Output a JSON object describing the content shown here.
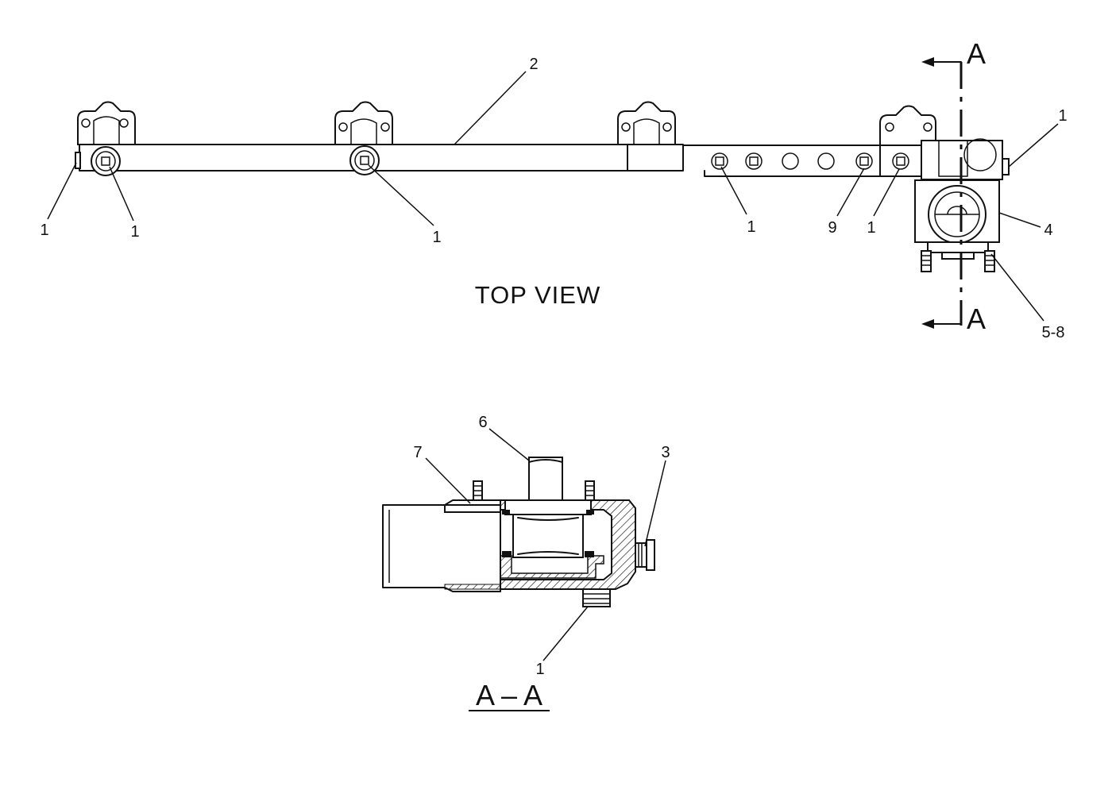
{
  "top_view": {
    "title": "TOP VIEW",
    "callouts": {
      "c1": "1",
      "c2": "1",
      "c3": "1",
      "c4": "2",
      "c5": "1",
      "c6": "9",
      "c7": "1",
      "c8": "1",
      "c9": "4",
      "c10": "5-8"
    },
    "section_markers": {
      "upper": "A",
      "lower": "A"
    }
  },
  "section_view": {
    "title": "A – A",
    "callouts": {
      "c1": "6",
      "c2": "7",
      "c3": "3",
      "c4": "1"
    }
  },
  "colors": {
    "line": "#111111",
    "background": "#ffffff"
  }
}
